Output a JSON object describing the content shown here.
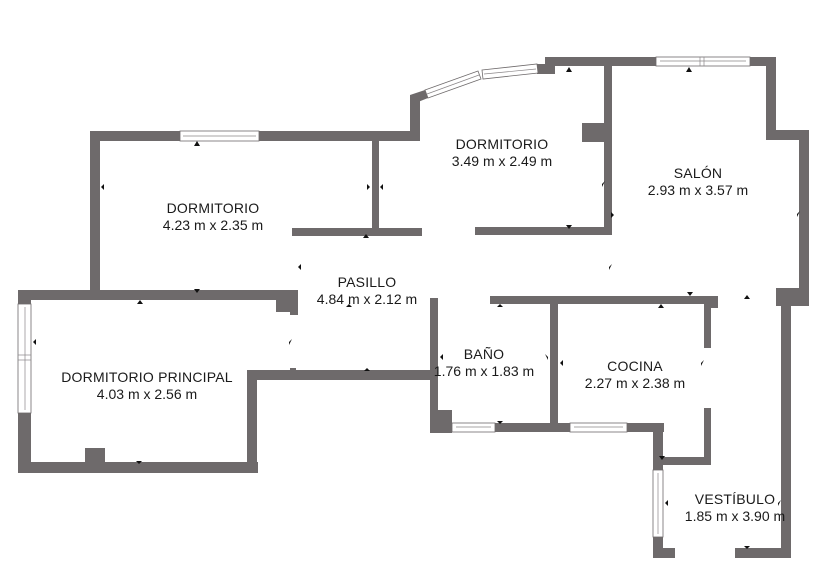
{
  "plan": {
    "wall_color": "#6e6a6b",
    "background": "#ffffff",
    "rooms": [
      {
        "name": "DORMITORIO",
        "dims": "4.23 m x 2.35 m"
      },
      {
        "name": "DORMITORIO",
        "dims": "3.49 m x 2.49 m"
      },
      {
        "name": "SALÓN",
        "dims": "2.93 m x 3.57 m"
      },
      {
        "name": "PASILLO",
        "dims": "4.84 m x 2.12 m"
      },
      {
        "name": "DORMITORIO PRINCIPAL",
        "dims": "4.03 m x 2.56 m"
      },
      {
        "name": "BAÑO",
        "dims": "1.76 m x 1.83 m"
      },
      {
        "name": "COCINA",
        "dims": "2.27 m x 2.38 m"
      },
      {
        "name": "VESTÍBULO",
        "dims": "1.85 m x 3.90 m"
      }
    ]
  }
}
